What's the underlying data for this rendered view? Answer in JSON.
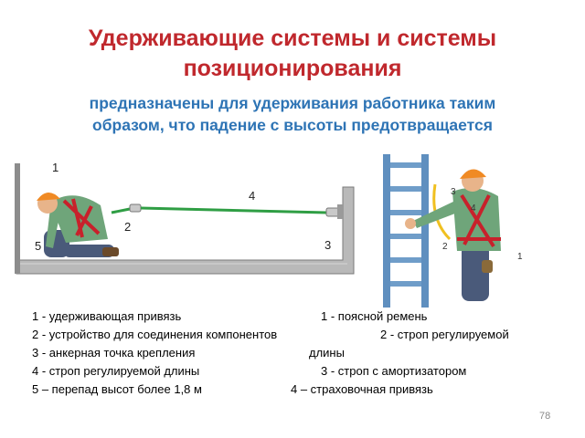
{
  "title": {
    "line1": "Удерживающие системы и системы",
    "line2": "позиционирования"
  },
  "subtitle": {
    "line1": "предназначены для удерживания работника таким",
    "line2": "образом, что падение с высоты предотвращается"
  },
  "figure_left": {
    "labels": [
      "1",
      "2",
      "3",
      "4",
      "5"
    ]
  },
  "figure_right": {
    "labels": [
      "1",
      "2",
      "3",
      "4"
    ]
  },
  "legend": {
    "left": [
      "1 -  удерживающая привязь",
      "2 - устройство для соединения компонентов",
      "3 - анкерная точка крепления",
      "4 -  строп регулируемой длины",
      "5 – перепад высот более 1,8 м"
    ],
    "right": [
      "1 - поясной ремень",
      "2 - строп регулируемой",
      "длины",
      "3 - строп с амортизатором",
      "4 – страховочная привязь"
    ]
  },
  "page_number": "78",
  "colors": {
    "title": "#c0282d",
    "subtitle": "#2e74b5",
    "harness": "#c8212b",
    "worker_shirt": "#6fa57a",
    "helmet": "#f08a24",
    "lanyard": "#2f9e44",
    "ladder": "#5f8fbf"
  }
}
